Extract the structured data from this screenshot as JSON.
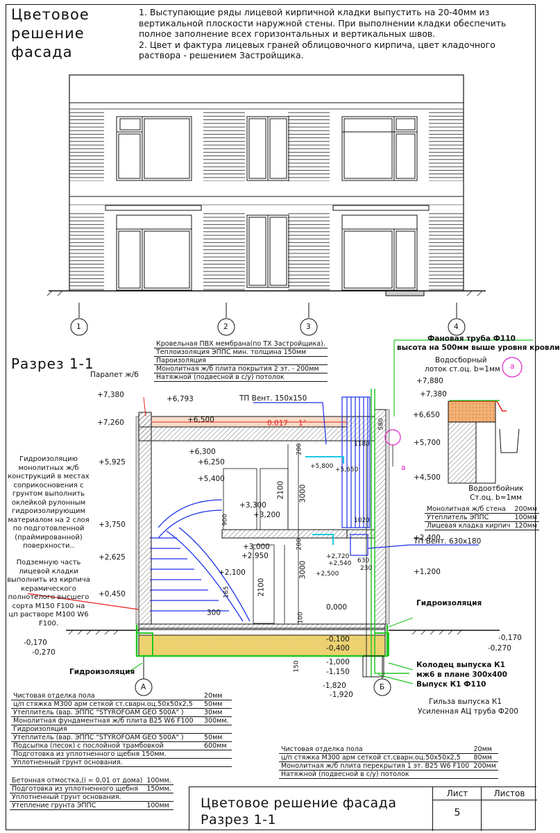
{
  "title_block": {
    "line1": "Цветовое",
    "line2": "решение",
    "line3": "фасада"
  },
  "notes": {
    "note1": "1. Выступающие ряды лицевой кирпичной кладки выпустить на 20-40мм из вертикальной плоскости наружной стены. При выполнении кладки обеспечить полное заполнение всех горизонтальных и вертикальных швов.",
    "note2": "2. Цвет и фактура лицевых граней облицовочного кирпича, цвет кладочного раствора - решением Застройщика."
  },
  "axes": {
    "a1": "1",
    "a2": "2",
    "a3": "3",
    "a4": "4",
    "aA": "А",
    "aB": "Б"
  },
  "section_title": "Разрез 1-1",
  "roof_spec": [
    "Кровельная ПВХ мембрана(по ТХ Застройщика).",
    "Теплоизоляция ЭППС мин. толщина 150мм",
    "Пароизоляция",
    "Монолитная ж/б плита покрытия 2 эт. - 200мм",
    "Натяжной (подвесной в с/у) потолок"
  ],
  "labels": {
    "parapet": "Парапет ж/б",
    "fan_pipe": "Фановая труба Ф110",
    "fan_pipe_note": "высота на 500мм выше уровня кровли",
    "tp_vent1": "ТП Вент. 150х150",
    "tp_vent2": "ТП Вент. 630х180",
    "gutter": "Водосборный",
    "gutter2": "лоток ст.оц. b=1мм",
    "drip": "Водоотбойник",
    "drip2": "Ст.оц. b=1мм",
    "callout": "а",
    "callout_a": "а",
    "waterproof1": "Гидроизоляция",
    "waterproof2": "Гидроизоляция",
    "well1": "Колодец выпуска К1",
    "well2": "мж6 в плане 300х400",
    "well3": "Выпуск К1 Ф110",
    "sleeve1": "Гильза выпуска К1",
    "sleeve2": "Усиленная АЦ труба Ф200",
    "slope": "0.017",
    "slope_deg": "1°"
  },
  "left_notes": {
    "waterproof_text": "Гидроизоляцию монолитных ж/б конструкций в местах соприкосновения с грунтом выполнить оклейкой рулонным гидроизолирующим материалом на 2 слоя по подготовленной (праймированной) поверхности..",
    "brick_text": "Подземную часть лицевой кладки выполнить из кирпича керамического полнотелого высшего сорта М150 F100 на цп растворе М100 W6 F100."
  },
  "wall_spec": [
    {
      "name": "Монолитная ж/б стена",
      "val": "200мм"
    },
    {
      "name": "Утеплитель ЭППС",
      "val": "100мм"
    },
    {
      "name": "Лицевая кладка кирпич",
      "val": "120мм"
    }
  ],
  "floor_spec": [
    {
      "name": "Чистовая отделка пола",
      "val": "20мм"
    },
    {
      "name": "ц/п стяжка М300 арм сеткой ст.сварн.оц.50х50х2,5",
      "val": "50мм"
    },
    {
      "name": "Утеплитель (вар. ЭППС \"STYROFOAM GEO 500A\" )",
      "val": "30мм"
    },
    {
      "name": "Монолитная фундаментная ж/б плита В25 W6 F100",
      "val": "300мм."
    },
    {
      "name": "Гидроизоляция",
      "val": ""
    },
    {
      "name": "Утеплитель (вар. ЭППС \"STYROFOAM GEO 500A\" )",
      "val": "50мм"
    },
    {
      "name": "Подсыпка (песок) с послойной трамбовкой",
      "val": "600мм"
    },
    {
      "name": "Подготовка из уплотненного щебня    150мм.",
      "val": ""
    },
    {
      "name": "Уплотненный грунт основания.",
      "val": ""
    }
  ],
  "blind_spec": [
    {
      "name": "Бетонная отмостка,(i = 0,01 от дома)",
      "val": "100мм."
    },
    {
      "name": "Подготовка из уплотненного щебня",
      "val": "150мм."
    },
    {
      "name": "Уплотненный грунт основания.",
      "val": ""
    },
    {
      "name": "Утепление грунта ЭППС",
      "val": "100мм"
    }
  ],
  "slab_spec": [
    {
      "name": "Чистовая отделка пола",
      "val": "20мм"
    },
    {
      "name": "ц/п стяжка М300 арм сеткой ст.сварн.оц.50х50х2,5",
      "val": "80мм"
    },
    {
      "name": "Монолитная ж/б плита перекрытия 1 эт. В25 W6 F100",
      "val": "200мм"
    },
    {
      "name": "Натяжной (подвесной в с/у) потолок",
      "val": ""
    }
  ],
  "levels": {
    "l7880": "+7,880",
    "l7380a": "+7,380",
    "l7380": "+7,380",
    "l7260": "+7,260",
    "l6793": "+6,793",
    "l6650": "+6,650",
    "l6500": "+6,500",
    "l6300": "+6,300",
    "l6250": "+6,250",
    "l5925": "+5,925",
    "l5700": "+5,700",
    "l5400": "+5,400",
    "l4500": "+4,500",
    "l3750": "+3,750",
    "l3300": "+3,300",
    "l3200": "+3,200",
    "l3000": "+3,000",
    "l2950": "+2,950",
    "l2625": "+2,625",
    "l2400": "+2,400",
    "l2100": "+2,100",
    "l1200": "+1,200",
    "l0450": "+0,450",
    "l0000": "0,000",
    "m0100": "-0,100",
    "m0400": "-0,400",
    "m1000": "-1,000",
    "m1150": "-1,150",
    "m1820": "-1,820",
    "m1920": "-1,920",
    "m0170a": "-0,170",
    "m0270a": "-0,270",
    "m0170b": "-0,170",
    "m0270b": "-0,270",
    "s5800": "+5,800",
    "s5650": "+5,650",
    "s2720": "+2,720",
    "s2540": "+2,540",
    "s2500": "+2,500"
  },
  "dims": {
    "d3000a": "3000",
    "d3000b": "3000",
    "d2100a": "2100",
    "d2100b": "2100",
    "d300": "300",
    "d1180": "1180",
    "d1020": "1020",
    "d630": "630",
    "d230": "230",
    "d580": "580",
    "d200a": "200",
    "d200b": "200",
    "d100": "100",
    "d165": "165",
    "d900": "900",
    "d150": "150"
  },
  "stamp": {
    "title1": "Цветовое решение фасада",
    "title2": "Разрез 1-1",
    "sheet_h": "Лист",
    "sheets_h": "Листов",
    "sheet_no": "5"
  },
  "colors": {
    "blue": "#1a2ee8",
    "green": "#22c522",
    "red": "#e8201a",
    "cyan": "#19c9e0",
    "magenta": "#e020c8",
    "sand": "#f0d675",
    "orange": "#f0a050"
  }
}
